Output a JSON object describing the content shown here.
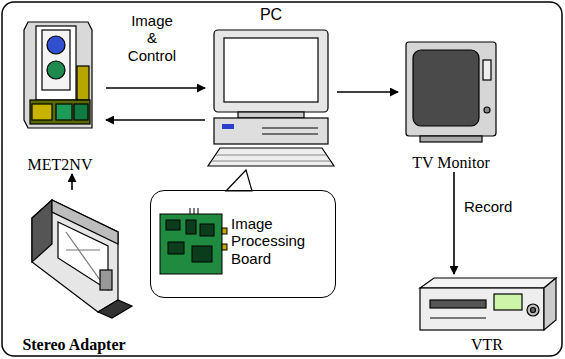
{
  "diagram": {
    "nodes": [
      {
        "text": [
          "MET2NV"
        ]
      },
      {
        "text": [
          "PC"
        ]
      },
      {
        "text": [
          "TV Monitor"
        ]
      },
      {
        "text": [
          "VTR"
        ]
      },
      {
        "text": [
          "Stereo Adapter"
        ]
      },
      {
        "text": [
          "Image Processing Board"
        ]
      }
    ],
    "edges": [
      {
        "from": 0,
        "to": 1,
        "arrow": "to",
        "label": "Image & Control"
      },
      {
        "from": 1,
        "to": 0,
        "arrow": "to"
      },
      {
        "from": 1,
        "to": 2,
        "arrow": "to"
      },
      {
        "from": 2,
        "to": 3,
        "arrow": "to",
        "label": "Record"
      },
      {
        "from": 4,
        "to": 0,
        "arrow": "to"
      }
    ]
  }
}
